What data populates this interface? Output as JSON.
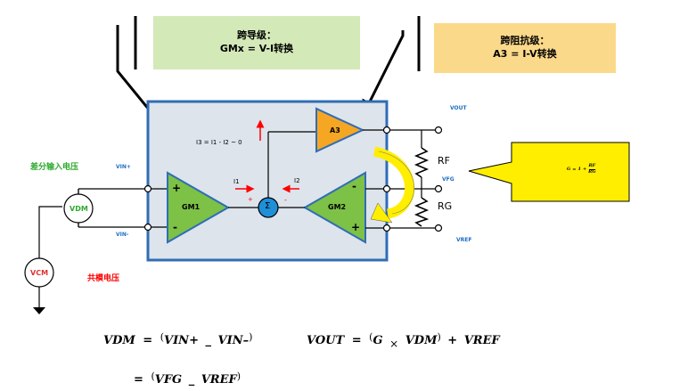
{
  "callouts": {
    "transconductance": {
      "line1": "跨导级：",
      "line2": "GMx = V-I转换"
    },
    "transimpedance": {
      "line1": "跨阻抗级：",
      "line2": "A3 = I-V转换"
    }
  },
  "labels": {
    "diff_input": "差分输入电压",
    "common_mode": "共模电压",
    "vin_plus": "VIN+",
    "vin_minus": "VIN-",
    "vout": "VOUT",
    "vfg": "VFG",
    "vref": "VREF",
    "vdm": "VDM",
    "vcm": "VCM",
    "gm1": "GM1",
    "gm2": "GM2",
    "a3": "A3",
    "sigma": "Σ",
    "i1": "I1",
    "i2": "I2",
    "i3": "I3 = I1 - I2 ~ 0",
    "rf": "RF",
    "rg": "RG",
    "plus": "+",
    "minus": "-"
  },
  "gain_formula": {
    "g": "G",
    "eq": "=",
    "one": "1",
    "plus": "+",
    "num": "RF",
    "den": "RG"
  },
  "equations": {
    "vdm_lhs": "VDM",
    "eq": "=",
    "vin_plus": "VIN+",
    "minus": "_",
    "vin_minus": "VIN–",
    "vout_lhs": "VOUT",
    "g": "G",
    "times": "×",
    "vdm": "VDM",
    "plus": "+",
    "vref": "VREF",
    "vfg": "VFG",
    "vref2": "VREF",
    "open_paren": "(",
    "close_paren": ")"
  },
  "colors": {
    "box_border": "#2f6db5",
    "box_fill": "#dde4ec",
    "amp_green": "#7dc146",
    "amp_orange": "#f5a623",
    "sigma_blue": "#1f8fd8",
    "yellow": "#ffee00",
    "red": "#ff0000",
    "green_text": "#2eaa2e"
  }
}
